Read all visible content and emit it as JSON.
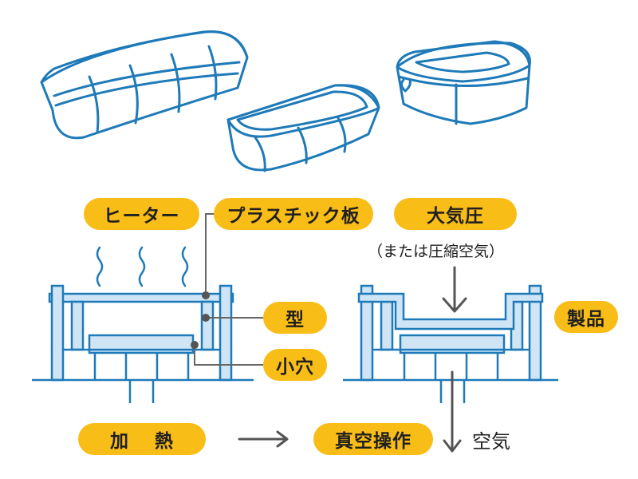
{
  "labels": {
    "heater": "ヒーター",
    "plastic_sheet": "プラスチック板",
    "atmospheric_pressure": "大気圧",
    "atmospheric_note": "（または圧縮空気）",
    "mold": "型",
    "small_hole": "小穴",
    "product": "製品",
    "heating_1": "加",
    "heating_2": "熱",
    "vacuum": "真空操作",
    "air": "空気"
  },
  "colors": {
    "outline": "#1e7ab8",
    "fill": "#cfe4f5",
    "pill": "#f9bd17",
    "connector": "#666666",
    "arrow": "#555555",
    "text": "#1f1f1f"
  },
  "icons": [
    "heat-wave-icon",
    "down-arrow-icon",
    "right-arrow-icon",
    "air-flow-arrow-icon"
  ]
}
